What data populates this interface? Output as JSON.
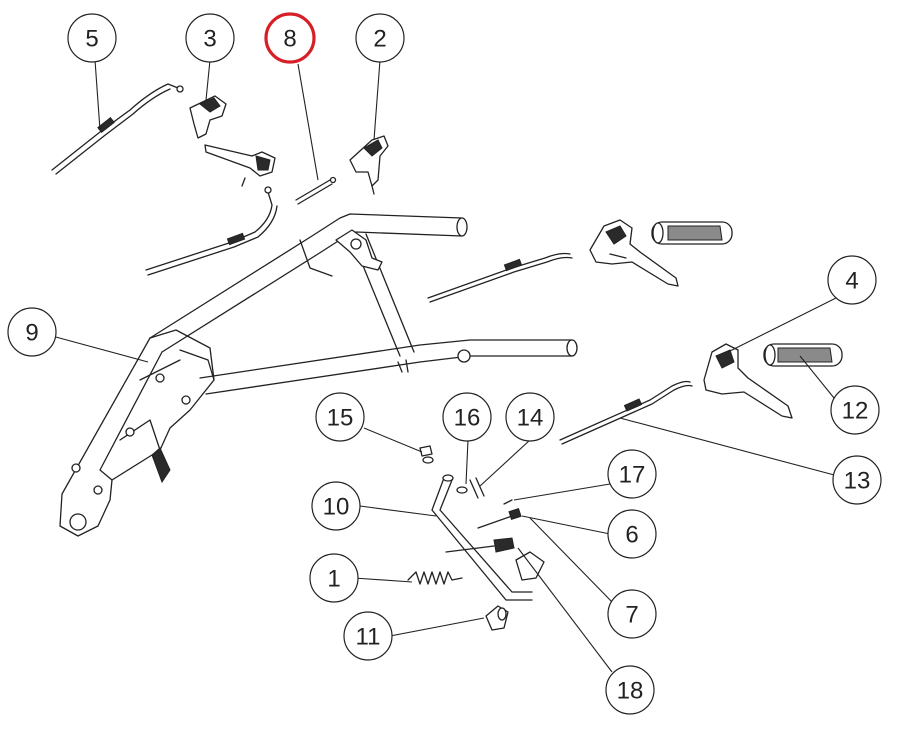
{
  "callouts": [
    {
      "id": "c5",
      "label": "5"
    },
    {
      "id": "c3",
      "label": "3"
    },
    {
      "id": "c8",
      "label": "8",
      "highlight": true
    },
    {
      "id": "c2",
      "label": "2"
    },
    {
      "id": "c4",
      "label": "4"
    },
    {
      "id": "c9",
      "label": "9"
    },
    {
      "id": "c12",
      "label": "12"
    },
    {
      "id": "c13",
      "label": "13"
    },
    {
      "id": "c15",
      "label": "15"
    },
    {
      "id": "c16",
      "label": "16"
    },
    {
      "id": "c14",
      "label": "14"
    },
    {
      "id": "c17",
      "label": "17"
    },
    {
      "id": "c10",
      "label": "10"
    },
    {
      "id": "c6",
      "label": "6"
    },
    {
      "id": "c1",
      "label": "1"
    },
    {
      "id": "c7",
      "label": "7"
    },
    {
      "id": "c11",
      "label": "11"
    },
    {
      "id": "c18",
      "label": "18"
    }
  ],
  "colors": {
    "line": "#222222",
    "highlight": "#d61f26",
    "background": "#ffffff"
  }
}
